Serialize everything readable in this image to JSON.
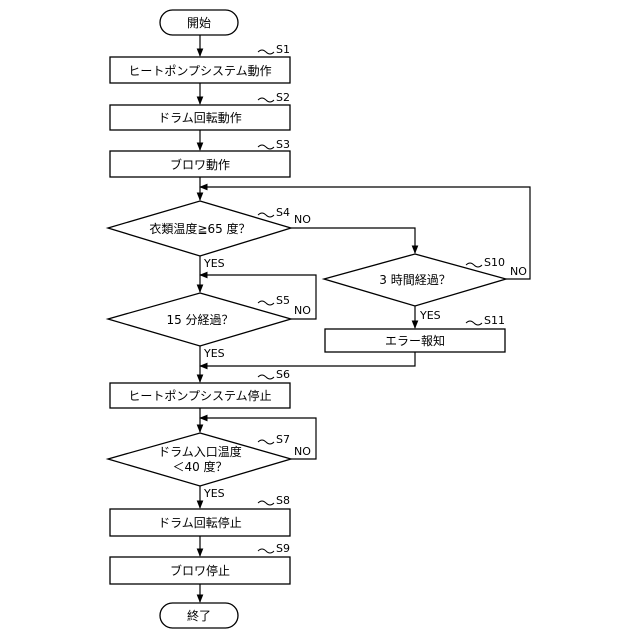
{
  "start": "開始",
  "end": "終了",
  "steps": {
    "s1": {
      "id": "S1",
      "text": "ヒートポンプシステム動作"
    },
    "s2": {
      "id": "S2",
      "text": "ドラム回転動作"
    },
    "s3": {
      "id": "S3",
      "text": "ブロワ動作"
    },
    "s4": {
      "id": "S4",
      "text": "衣類温度≧65 度？"
    },
    "s5": {
      "id": "S5",
      "text": "15 分経過？"
    },
    "s6": {
      "id": "S6",
      "text": "ヒートポンプシステム停止"
    },
    "s7": {
      "id": "S7",
      "line1": "ドラム入口温度",
      "line2": "＜40 度？"
    },
    "s8": {
      "id": "S8",
      "text": "ドラム回転停止"
    },
    "s9": {
      "id": "S9",
      "text": "ブロワ停止"
    },
    "s10": {
      "id": "S10",
      "text": "3 時間経過？"
    },
    "s11": {
      "id": "S11",
      "text": "エラー報知"
    }
  },
  "branch_labels": {
    "yes": "YES",
    "no": "NO"
  }
}
